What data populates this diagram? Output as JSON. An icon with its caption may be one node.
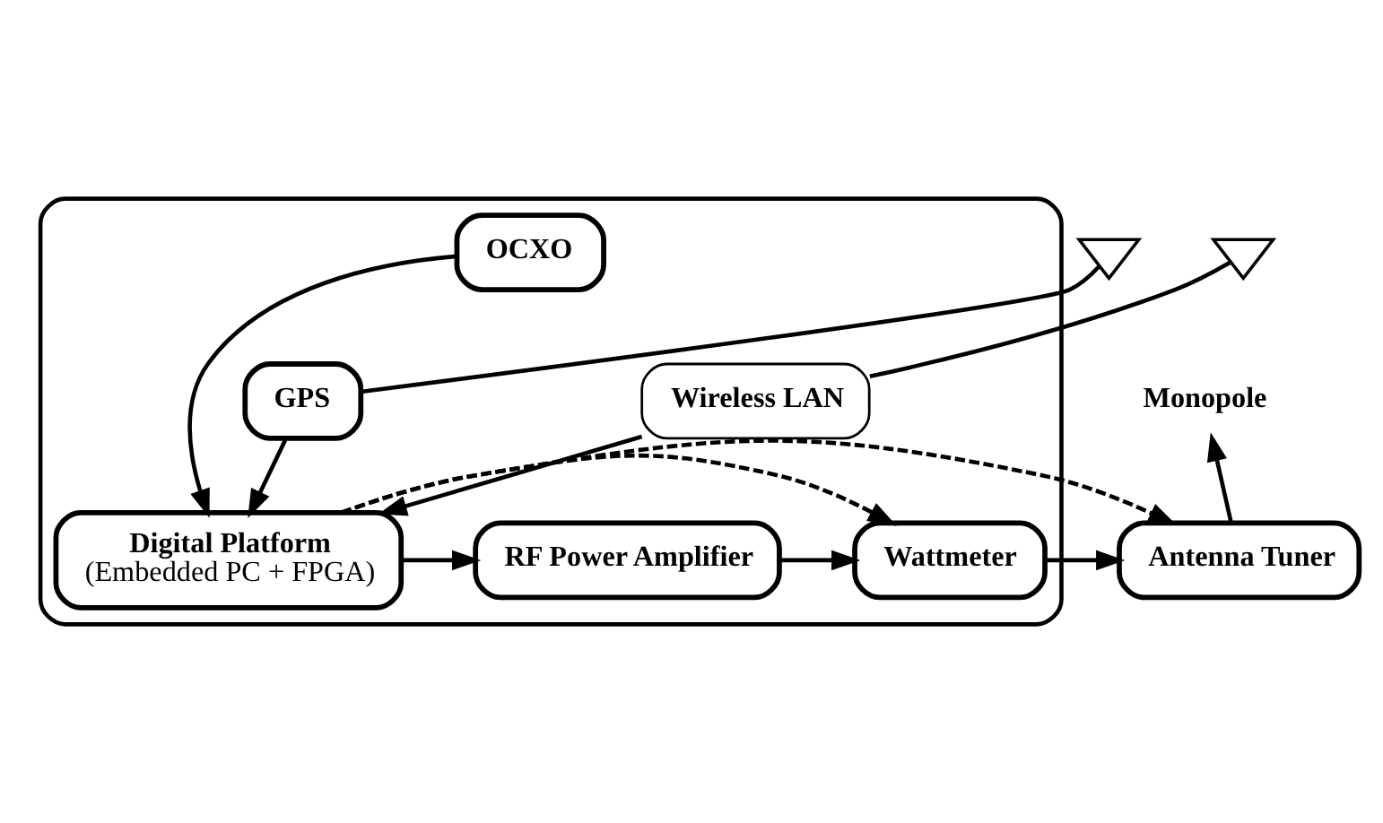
{
  "diagram": {
    "nodes": [
      {
        "text": [],
        "shape": "box"
      },
      {
        "text": [],
        "shape": "picture"
      },
      {
        "text": [],
        "shape": "picture"
      },
      {
        "text": [
          "GPS"
        ],
        "in": 0
      },
      {
        "text": [
          "Wireless LAN"
        ],
        "in": 0
      },
      {
        "text": [
          "Monopole"
        ]
      },
      {
        "text": [
          "Digital Platform",
          "(Embedded PC + FPGA)"
        ],
        "in": 0
      },
      {
        "text": [
          "RF Power Amplifier"
        ],
        "in": 0
      },
      {
        "text": [
          "Wattmeter"
        ],
        "in": 0
      },
      {
        "text": [
          "Antenna Tuner"
        ]
      },
      {
        "text": [
          "OCXO"
        ],
        "in": 0
      }
    ],
    "edges": [
      {
        "from": 1,
        "to": 3,
        "arrow": "none"
      },
      {
        "from": 2,
        "to": 4,
        "arrow": "none"
      },
      {
        "from": 3,
        "to": 6,
        "arrow": "to"
      },
      {
        "from": 4,
        "to": 6,
        "arrow": "to"
      },
      {
        "from": 6,
        "to": 7,
        "arrow": "to"
      },
      {
        "from": 7,
        "to": 8,
        "arrow": "to"
      },
      {
        "from": 8,
        "to": 9,
        "arrow": "to"
      },
      {
        "from": 9,
        "to": 5,
        "arrow": "to"
      },
      {
        "from": 10,
        "to": 6,
        "arrow": "to"
      },
      {
        "from": 6,
        "to": 8,
        "arrow": "to",
        "style": "dashed"
      },
      {
        "from": 6,
        "to": 9,
        "arrow": "to",
        "style": "dashed"
      }
    ]
  }
}
